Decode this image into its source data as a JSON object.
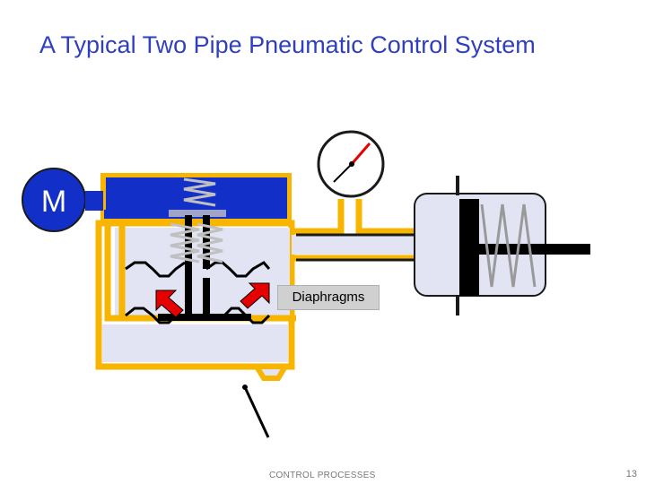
{
  "slide": {
    "title": "A Typical Two Pipe Pneumatic Control System",
    "footer": "CONTROL PROCESSES",
    "page_number": "13"
  },
  "diagram": {
    "motor_label": "M",
    "diaphragm_label": "Diaphragms"
  },
  "colors": {
    "pipe": "#f7b500",
    "air": "#1230c8",
    "chamber": "#e2e4f4",
    "arrow": "#e60000",
    "black": "#000000",
    "label_bg": "#d0d0d0"
  }
}
